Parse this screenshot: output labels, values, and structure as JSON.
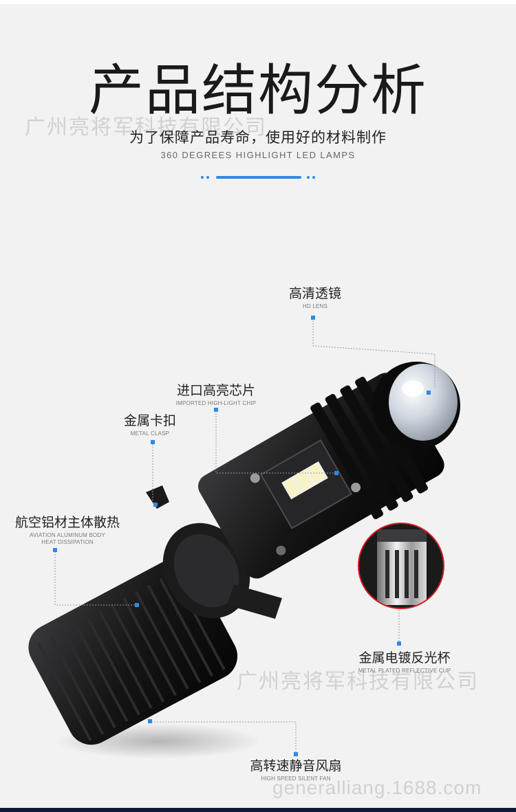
{
  "header": {
    "title": "产品结构分析",
    "subtitle": "为了保障产品寿命，使用好的材料制作",
    "subtitle_en": "360 DEGREES HIGHLIGHT LED LAMPS"
  },
  "watermarks": {
    "company": "广州亮将军科技有限公司",
    "company_lower": "广州亮将军科技有限公司",
    "url": "generalliang.1688.com"
  },
  "callouts": {
    "hd_lens": {
      "cn": "高清透镜",
      "en": "HD LENS"
    },
    "chip": {
      "cn": "进口高亮芯片",
      "en": "IMPORTED HIGH-LIGHT CHIP"
    },
    "clasp": {
      "cn": "金属卡扣",
      "en": "METAL CLASP"
    },
    "body": {
      "cn": "航空铝材主体散热",
      "en": "AVIATION ALUMINUM BODY",
      "en2": "HEAT DISSIPATION"
    },
    "reflective_cup": {
      "cn": "金属电镀反光杯",
      "en": "METAL PLATED REFLECTIVE CUP"
    },
    "fan": {
      "cn": "高转速静音风扇",
      "en": "HIGH SPEED SILENT FAN"
    }
  },
  "colors": {
    "accent": "#2d8ae8",
    "background": "#f2f2f3",
    "detail_ring": "#d41c24",
    "product": "#111111"
  }
}
